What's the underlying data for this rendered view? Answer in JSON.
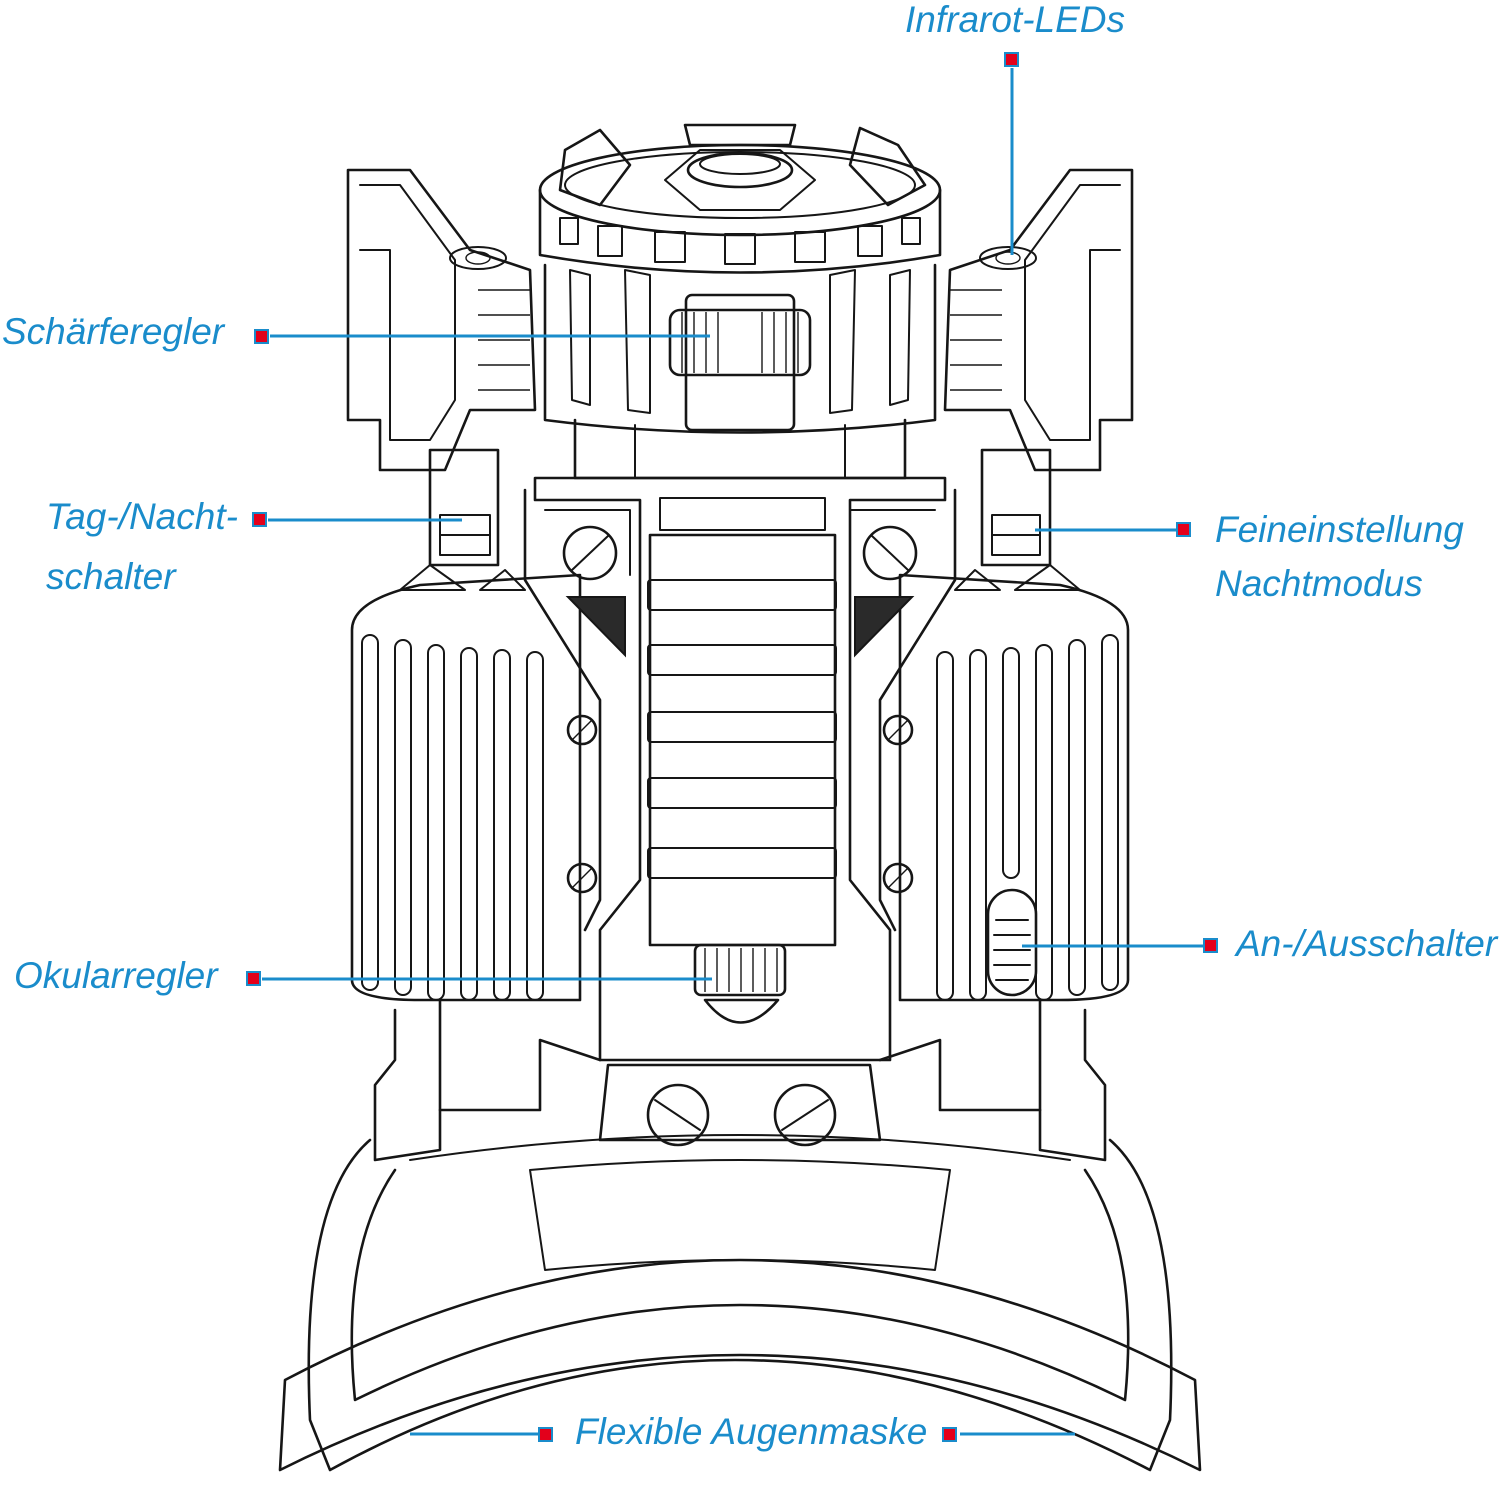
{
  "colors": {
    "accent": "#1a8ccb",
    "marker_fill": "#e3001b",
    "marker_border": "#1a8ccb",
    "line_art": "#161616"
  },
  "labels": {
    "infrared_leds": "Infrarot-LEDs",
    "focus_control": "Schärferegler",
    "day_night_switch_line1": "Tag-/Nacht-",
    "day_night_switch_line2": "schalter",
    "night_mode_fine_tuning_line1": "Feineinstellung",
    "night_mode_fine_tuning_line2": "Nachtmodus",
    "eyepiece_control": "Okularregler",
    "power_switch": "An-/Ausschalter",
    "flexible_eye_mask": "Flexible Augenmaske"
  }
}
